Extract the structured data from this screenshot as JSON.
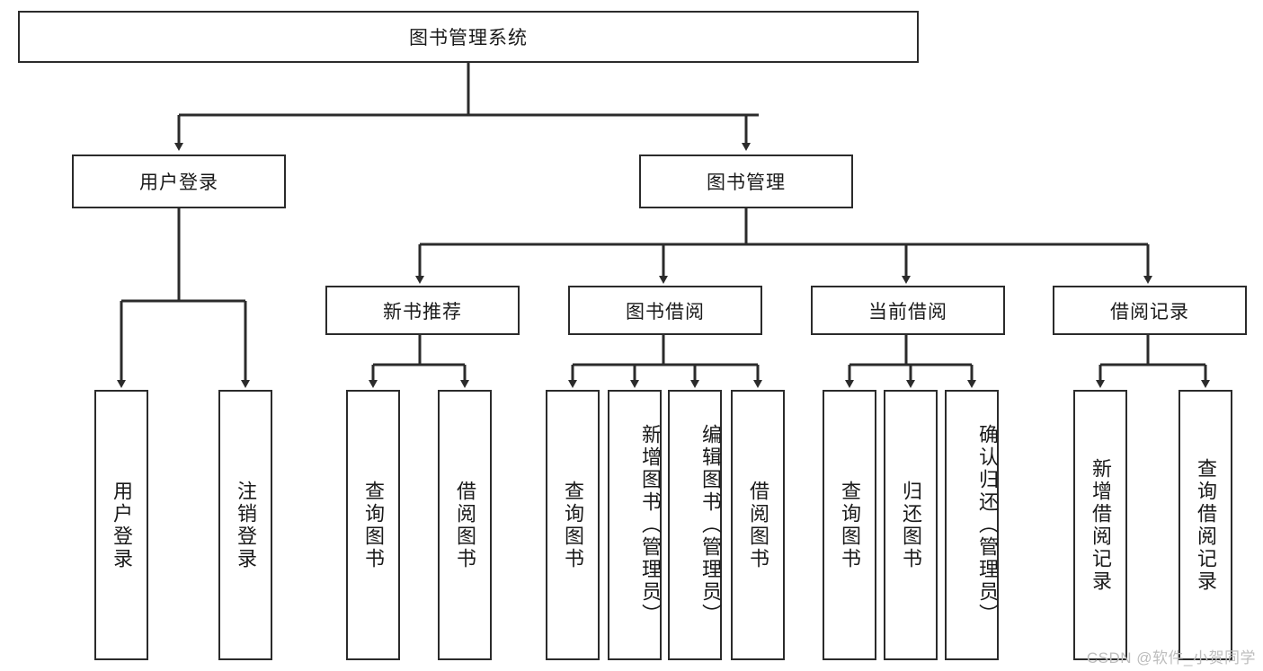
{
  "diagram": {
    "title": "图书管理系统",
    "style": {
      "line_color": "#2b2b2b",
      "box_border_color": "#2b2b2b",
      "box_fill": "#ffffff",
      "text_color": "#1a1a1a",
      "watermark_color": "#bdbdbd"
    },
    "root": {
      "label": "图书管理系统"
    },
    "level1": [
      {
        "id": "user-login",
        "label": "用户登录"
      },
      {
        "id": "book-management",
        "label": "图书管理"
      }
    ],
    "level2": [
      {
        "id": "new-book-recommend",
        "label": "新书推荐",
        "parent": "book-management"
      },
      {
        "id": "book-borrow",
        "label": "图书借阅",
        "parent": "book-management"
      },
      {
        "id": "current-borrow",
        "label": "当前借阅",
        "parent": "book-management"
      },
      {
        "id": "borrow-record",
        "label": "借阅记录",
        "parent": "book-management"
      }
    ],
    "leaves": [
      {
        "id": "leaf-user-login",
        "label": "用户登录",
        "parent": "user-login"
      },
      {
        "id": "leaf-logout-login",
        "label": "注销登录",
        "parent": "user-login"
      },
      {
        "id": "leaf-query-book-1",
        "label": "查询图书",
        "parent": "new-book-recommend"
      },
      {
        "id": "leaf-borrow-book-1",
        "label": "借阅图书",
        "parent": "new-book-recommend"
      },
      {
        "id": "leaf-query-book-2",
        "label": "查询图书",
        "parent": "book-borrow"
      },
      {
        "id": "leaf-add-book",
        "label": "新增图书（管理员）",
        "parent": "book-borrow"
      },
      {
        "id": "leaf-edit-book",
        "label": "编辑图书（管理员）",
        "parent": "book-borrow"
      },
      {
        "id": "leaf-borrow-book-2",
        "label": "借阅图书",
        "parent": "book-borrow"
      },
      {
        "id": "leaf-query-book-3",
        "label": "查询图书",
        "parent": "current-borrow"
      },
      {
        "id": "leaf-return-book",
        "label": "归还图书",
        "parent": "current-borrow"
      },
      {
        "id": "leaf-confirm-return",
        "label": "确认归还（管理员）",
        "parent": "current-borrow"
      },
      {
        "id": "leaf-add-record",
        "label": "新增借阅记录",
        "parent": "borrow-record"
      },
      {
        "id": "leaf-query-record",
        "label": "查询借阅记录",
        "parent": "borrow-record"
      }
    ],
    "watermark": "CSDN @软件_小贺同学"
  }
}
